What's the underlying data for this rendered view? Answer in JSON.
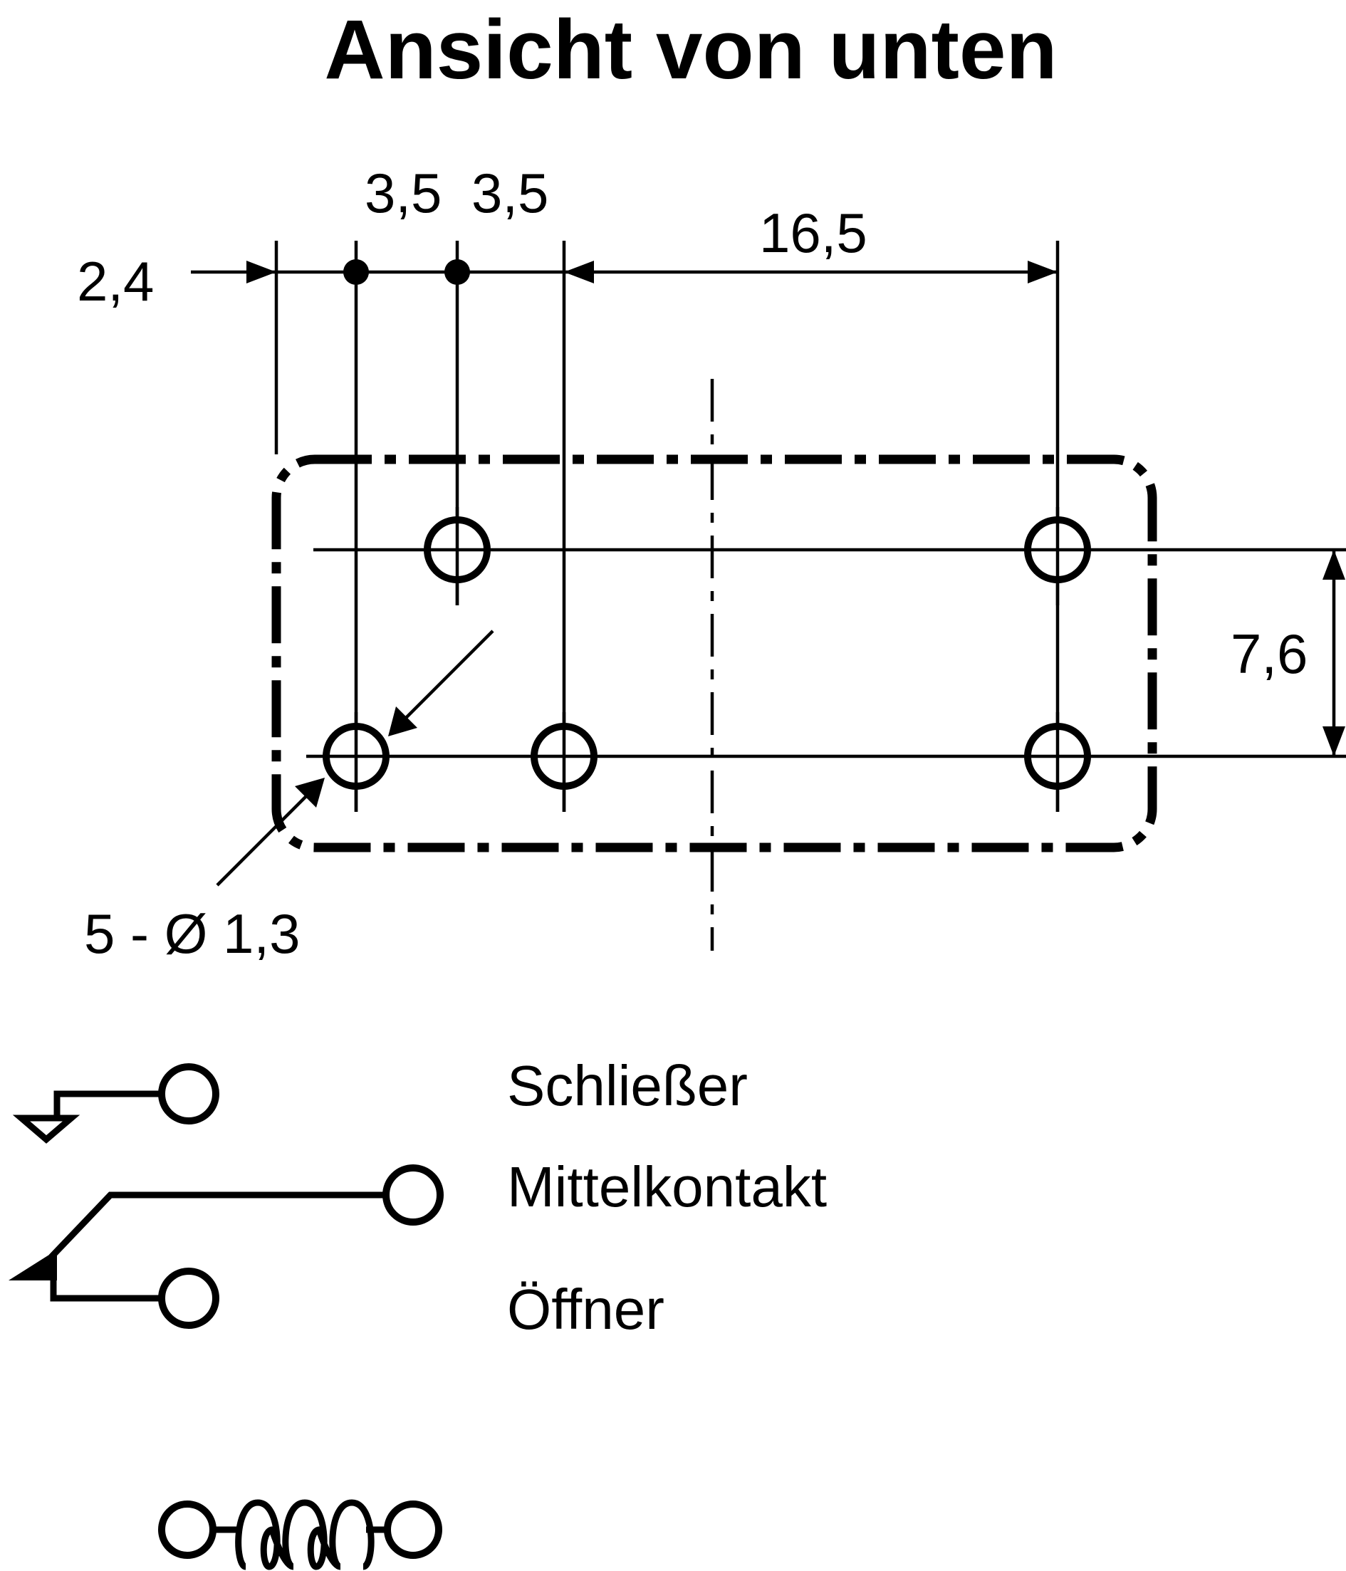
{
  "title": "Ansicht von unten",
  "dimensions": {
    "edge_offset": "2,4",
    "pitch_1": "3,5",
    "pitch_2": "3,5",
    "long_span": "16,5",
    "row_spacing": "7,6",
    "holes": "5 - Ø 1,3"
  },
  "legend": {
    "normally_open": "Schließer",
    "common": "Mittelkontakt",
    "normally_closed": "Öffner"
  },
  "colors": {
    "ink": "#000000",
    "paper": "#ffffff"
  }
}
